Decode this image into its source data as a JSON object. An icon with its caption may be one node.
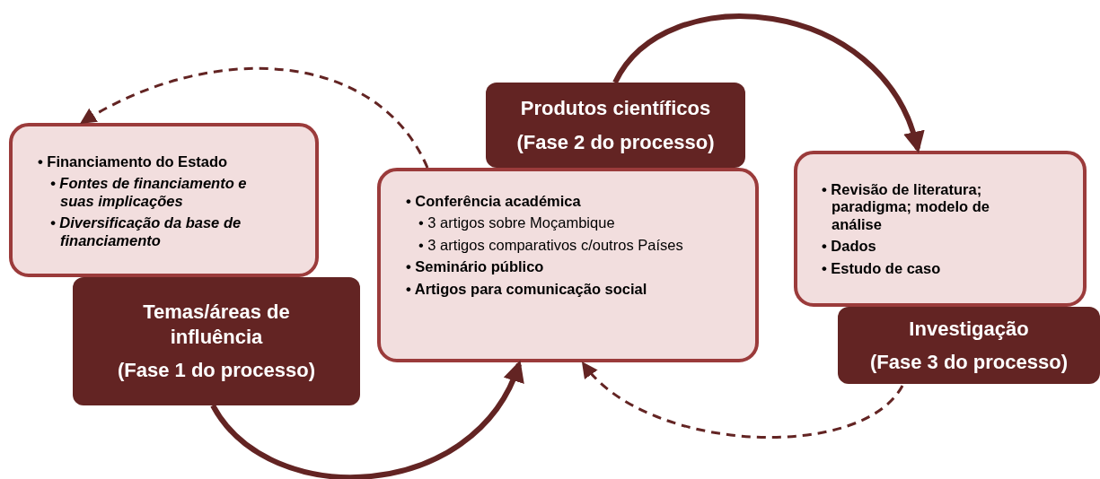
{
  "diagram": {
    "nodes": [
      {
        "text": [
          "• Financiamento do Estado",
          "• Fontes de financiamento e suas implicações",
          "• Diversificação da base de financiamento"
        ]
      },
      {
        "text": [
          "Temas/áreas de influência",
          "(Fase 1 do processo)"
        ]
      },
      {
        "text": [
          "Produtos científicos",
          "(Fase 2 do processo)"
        ]
      },
      {
        "text": [
          "• Conferência académica",
          "• 3 artigos sobre Moçambique",
          "• 3 artigos comparativos c/outros Países",
          "• Seminário público",
          "• Artigos para comunicação social"
        ]
      },
      {
        "text": [
          "• Revisão de literatura; paradigma; modelo de análise",
          "• Dados",
          "• Estudo de caso"
        ]
      },
      {
        "text": [
          "Investigação",
          "(Fase 3 do processo)"
        ]
      }
    ],
    "edges": [
      {
        "from": 1,
        "to": 3,
        "arrow": "to",
        "style": "thick"
      },
      {
        "from": 2,
        "to": 4,
        "arrow": "to",
        "style": "thick"
      },
      {
        "from": 5,
        "to": 3,
        "arrow": "to",
        "style": "dashed"
      },
      {
        "from": 3,
        "to": 0,
        "arrow": "to",
        "style": "dashed"
      }
    ]
  }
}
